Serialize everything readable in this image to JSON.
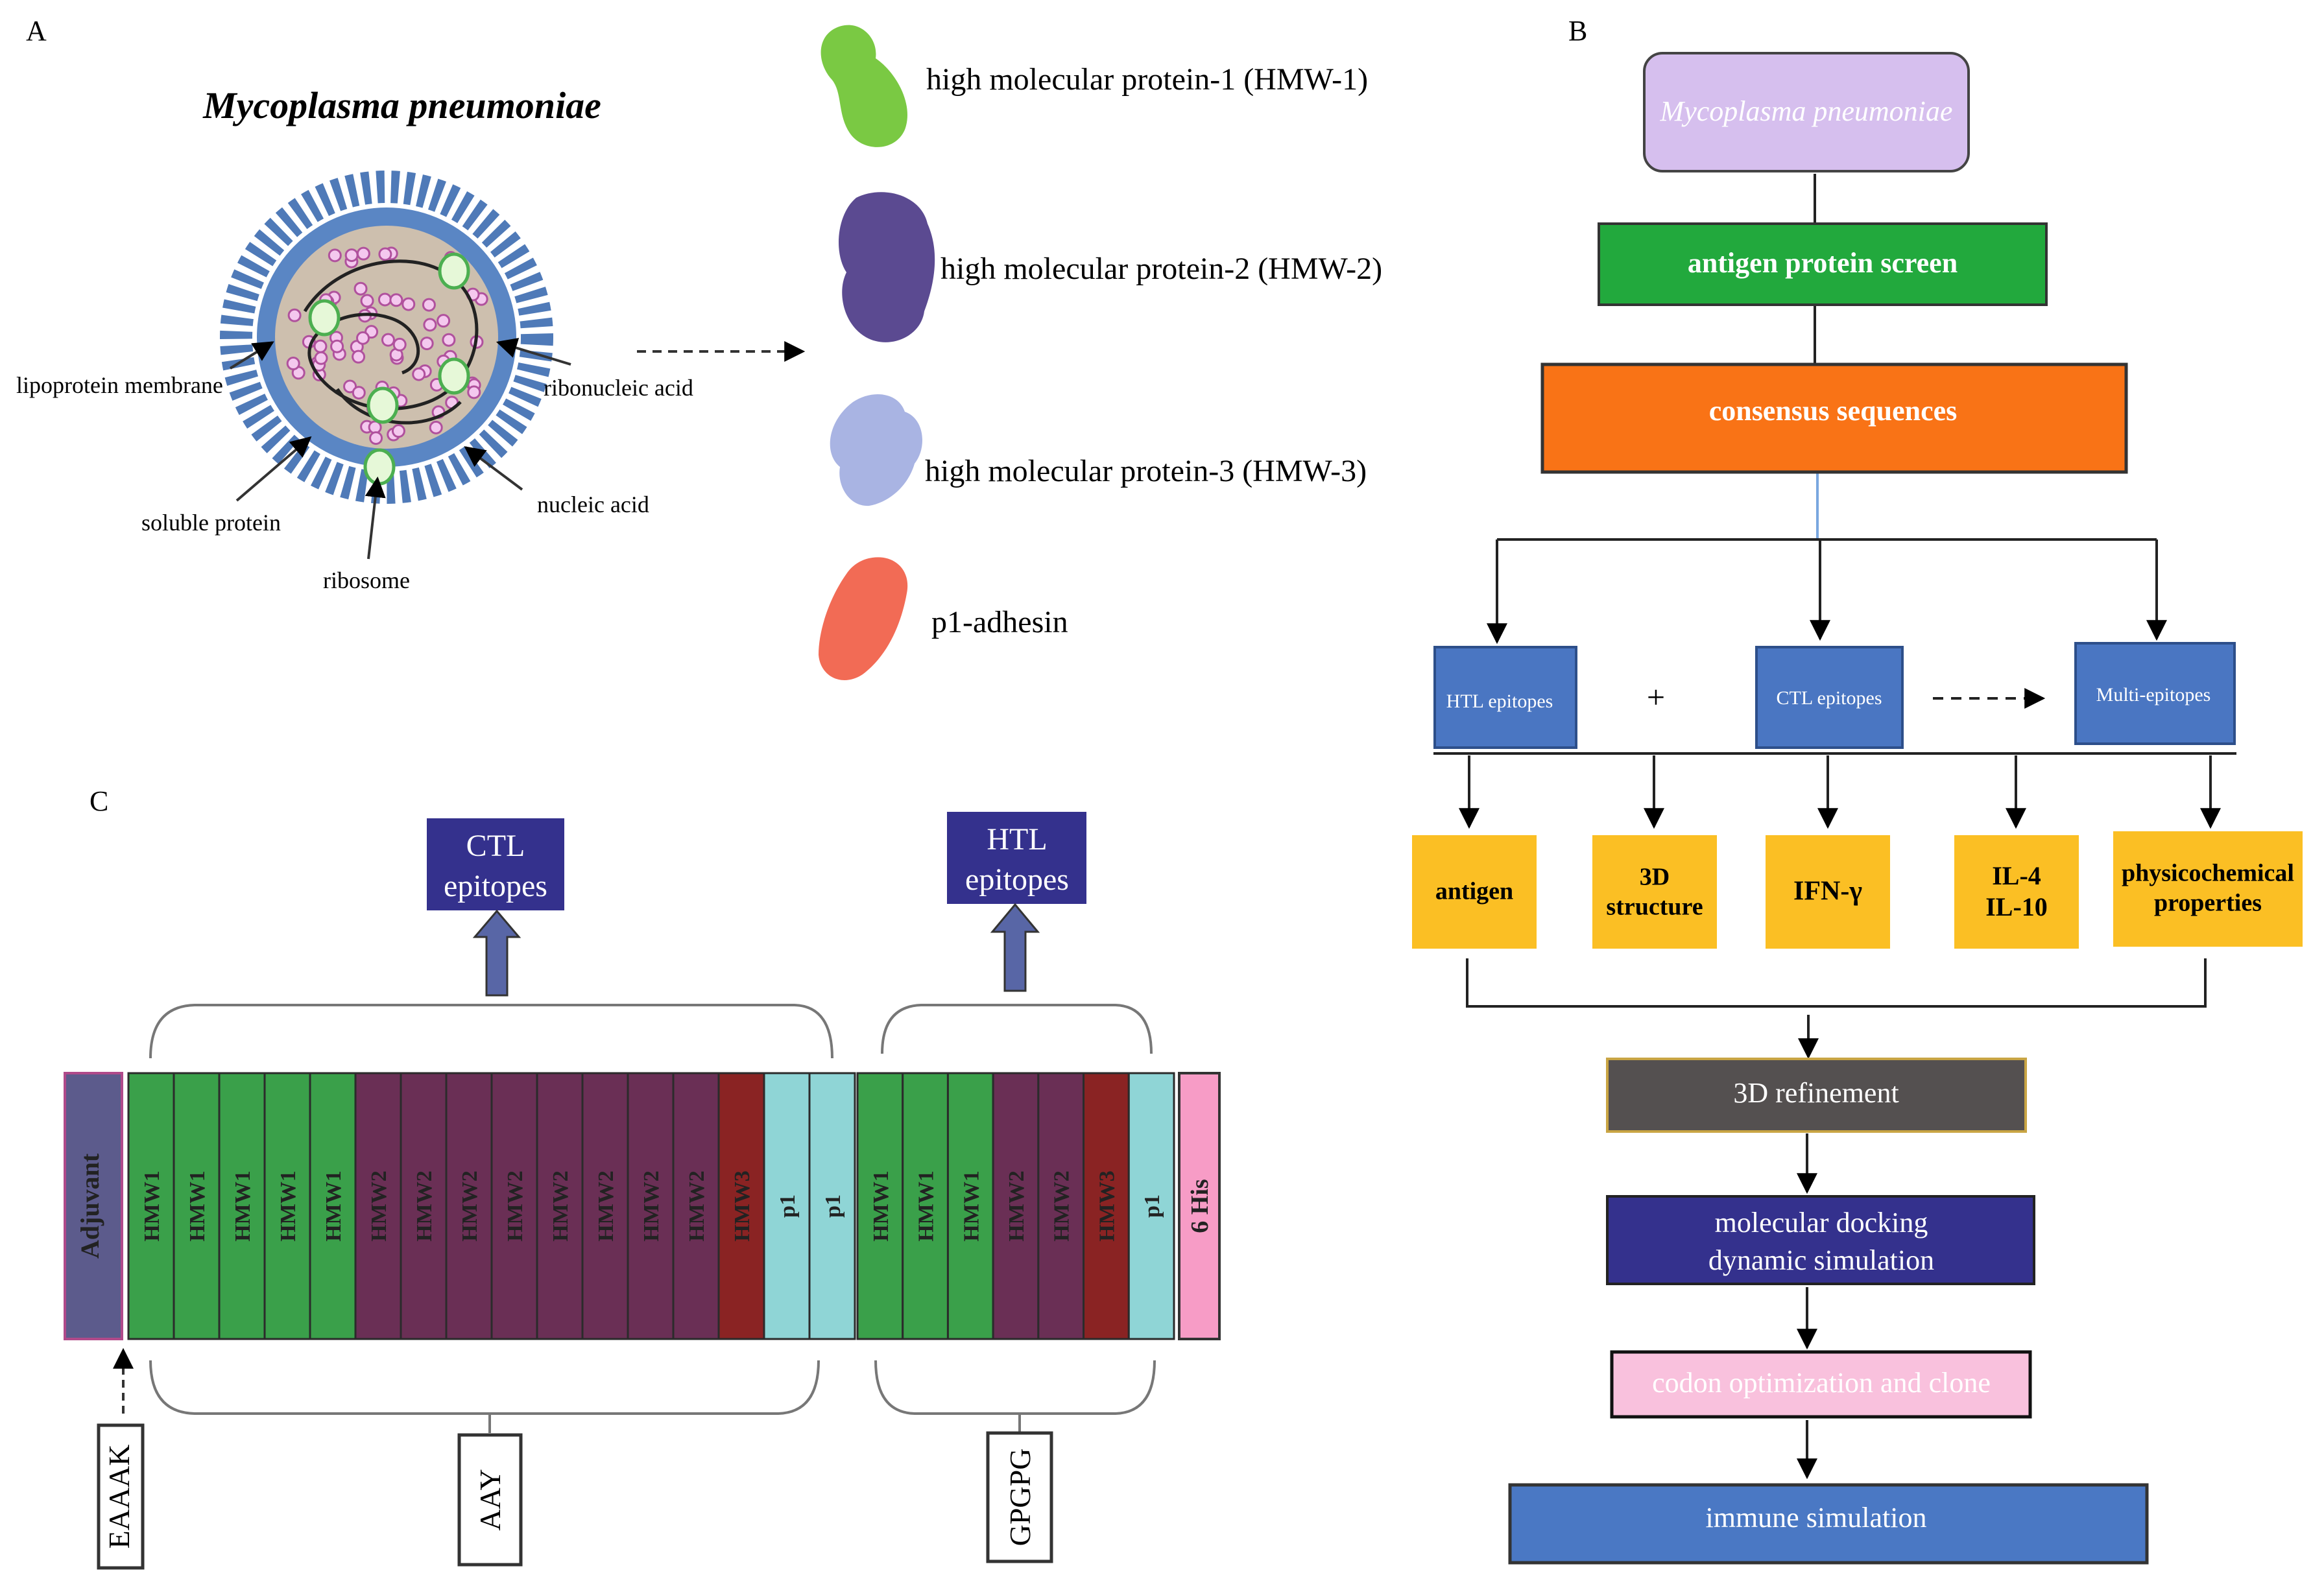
{
  "panels": {
    "a": "A",
    "b": "B",
    "c": "C"
  },
  "panel_a": {
    "title": "Mycoplasma pneumoniae",
    "labels": {
      "lipoprotein": "lipoprotein membrane",
      "ribonucleic": "ribonucleic acid",
      "nucleic": "nucleic acid",
      "soluble": "soluble protein",
      "ribosome": "ribosome"
    },
    "proteins": [
      {
        "label": "high molecular protein-1 (HMW-1)",
        "color": "#7ac943"
      },
      {
        "label": "high molecular protein-2 (HMW-2)",
        "color": "#5b4a91"
      },
      {
        "label": "high molecular protein-3 (HMW-3)",
        "color": "#a9b4e3"
      },
      {
        "label": "p1-adhesin",
        "color": "#f26b55"
      }
    ]
  },
  "panel_b": {
    "top": {
      "text": "Mycoplasma pneumoniae",
      "color": "#d6bfee"
    },
    "screen": {
      "text": "antigen protein screen",
      "color": "#22a93d"
    },
    "consensus": {
      "text": "consensus sequences",
      "color": "#f97316"
    },
    "epitopes": [
      {
        "text": "HTL epitopes"
      },
      {
        "text": "CTL epitopes"
      },
      {
        "text": "Multi-epitopes"
      }
    ],
    "plus": "+",
    "props": [
      "antigen",
      "3D structure",
      "IFN-γ",
      "IL-4 IL-10",
      "physicochemical properties"
    ],
    "refinement": "3D refinement",
    "docking_l1": "molecular docking",
    "docking_l2": "dynamic simulation",
    "codon": "codon optimization and clone",
    "immune": "immune simulation"
  },
  "panel_c": {
    "ctl_l1": "CTL",
    "ctl_l2": "epitopes",
    "htl_l1": "HTL",
    "htl_l2": "epitopes",
    "adjuvant": "Adjuvant",
    "his": "6 His",
    "segments_left": [
      "HMW1",
      "HMW1",
      "HMW1",
      "HMW1",
      "HMW1",
      "HMW2",
      "HMW2",
      "HMW2",
      "HMW2",
      "HMW2",
      "HMW2",
      "HMW2",
      "HMW2",
      "HMW3",
      "p1",
      "p1"
    ],
    "segments_right": [
      "HMW1",
      "HMW1",
      "HMW1",
      "HMW2",
      "HMW2",
      "HMW3",
      "p1"
    ],
    "linkers": [
      "EAAAK",
      "AAY",
      "GPGPG"
    ],
    "colors": {
      "HMW1": "#3aa04a",
      "HMW2": "#6a2f55",
      "HMW3": "#8a2323",
      "p1": "#8fd5d6",
      "adjuvant": "#5c5b8c",
      "his": "#f79cc6"
    }
  }
}
